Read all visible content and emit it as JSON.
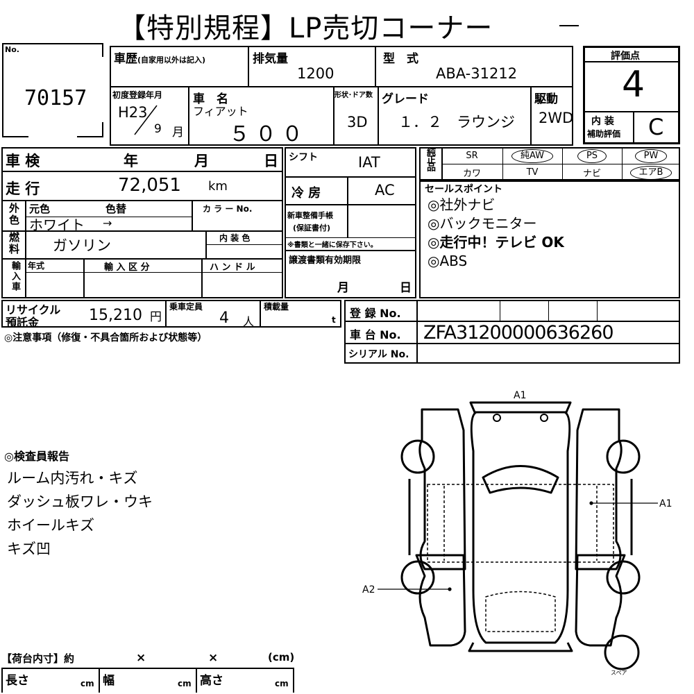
{
  "title": "【特別規程】LP売切コーナー",
  "header": {
    "no_label": "No.",
    "no_value": "70157",
    "history_label": "車歴",
    "history_note": "(自家用以外は記入)",
    "displacement_label": "排気量",
    "displacement_value": "1200",
    "model_label": "型　式",
    "model_value": "ABA-31212",
    "first_reg_label": "初度登録年月",
    "first_reg_year": "H23",
    "first_reg_month": "9",
    "first_reg_month_unit": "月",
    "car_name_label": "車　名",
    "car_maker": "フィアット",
    "car_name": "５００",
    "doors_label": "形状･ドア数",
    "doors_value": "3D",
    "grade_label": "グレード",
    "grade_value": "１．２　ラウンジ",
    "drive_label": "駆動",
    "drive_value": "2WD"
  },
  "rating": {
    "label": "評価点",
    "value": "4",
    "interior_label_1": "内 装",
    "interior_label_2": "補助評価",
    "interior_value": "C"
  },
  "left": {
    "shaken_label": "車 検",
    "year_label": "年",
    "month_label": "月",
    "day_label": "日",
    "mileage_label": "走 行",
    "mileage_value": "72,051",
    "mileage_unit": "km",
    "exterior_label": "外色",
    "orig_color_label": "元色",
    "color_change_label": "色替",
    "color_no_label": "カ ラ ー No.",
    "color_value": "ホワイト",
    "color_arrow": "→",
    "fuel_label": "燃料",
    "fuel_value": "ガソリン",
    "interior_color_label": "内 装 色",
    "import_label": "輸入車",
    "import_year_label": "年式",
    "import_class_label": "輸 入 区 分",
    "handle_label": "ハ ン ド ル"
  },
  "middle": {
    "shift_label": "シフト",
    "shift_value": "IAT",
    "ac_label": "冷 房",
    "ac_value": "AC",
    "maintenance_label_1": "新車整備手帳",
    "maintenance_label_2": "(保証書付)",
    "maintenance_note": "※書類と一緒に保存下さい。",
    "transfer_label": "譲渡書類有効期限",
    "transfer_month": "月",
    "transfer_day": "日"
  },
  "equipment": {
    "label": "純正品",
    "row1": [
      "SR",
      "純AW",
      "PS",
      "PW"
    ],
    "row2": [
      "カワ",
      "TV",
      "ナビ",
      "エアB"
    ],
    "circled": [
      "純AW",
      "PS",
      "PW",
      "エアB"
    ]
  },
  "sales_points": {
    "label": "セールスポイント",
    "items": [
      "◎社外ナビ",
      "◎バックモニター",
      "◎走行中！テレビ OK",
      "◎ABS"
    ]
  },
  "recycle": {
    "label_1": "リサイクル",
    "label_2": "預託金",
    "value": "15,210",
    "unit": "円",
    "capacity_label": "乗車定員",
    "capacity_value": "4",
    "capacity_unit": "人",
    "load_label": "積載量",
    "load_unit": "t"
  },
  "notes_label": "◎注意事項（修復・不具合箇所および状態等）",
  "registration": {
    "reg_label": "登 録 No.",
    "chassis_label": "車 台 No.",
    "chassis_value": "ZFA31200000636260",
    "serial_label": "シリアル No."
  },
  "inspector": {
    "label": "◎検査員報告",
    "items": [
      "ルーム内汚れ・キズ",
      "ダッシュ板ワレ・ウキ",
      "ホイールキズ",
      "キズ凹"
    ]
  },
  "cargo": {
    "label": "【荷台内寸】約",
    "x1": "×",
    "x2": "×",
    "unit_head": "(cm)",
    "length_label": "長さ",
    "width_label": "幅",
    "height_label": "高さ",
    "cm": "cm"
  },
  "diagram": {
    "mark_top": "A1",
    "mark_right": "A1",
    "mark_left": "A2",
    "spare_label": "スペア"
  }
}
